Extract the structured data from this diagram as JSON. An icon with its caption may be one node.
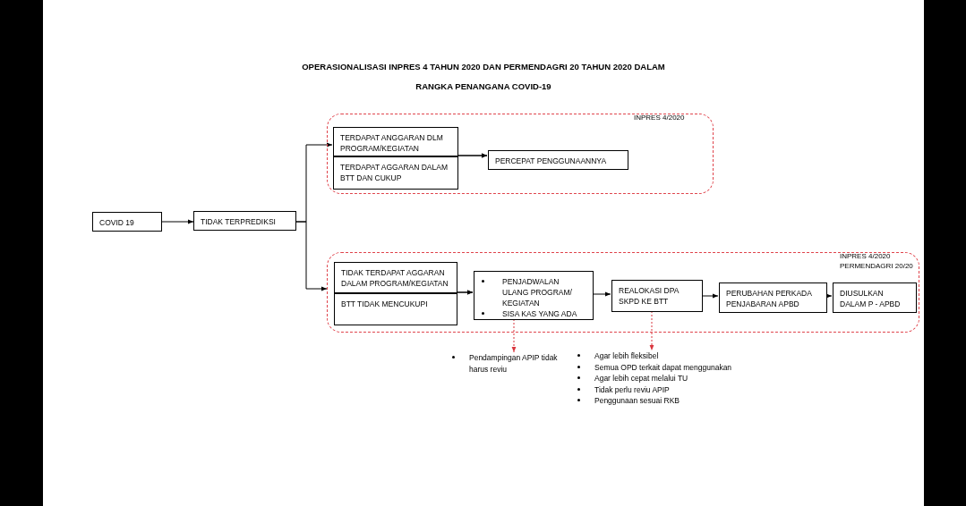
{
  "diagram": {
    "title": "OPERASIONALISASI INPRES 4 TAHUN 2020 DAN PERMENDAGRI 20 TAHUN 2020 DALAM RANGKA PENANGANA COVID-19",
    "nodes": [
      {
        "text": [
          "COVID 19"
        ]
      },
      {
        "text": [
          "TIDAK TERPREDIKSI"
        ]
      },
      {
        "text": [
          "INPRES 4/2020"
        ]
      },
      {
        "text": [
          "TERDAPAT ANGGARAN DLM PROGRAM/KEGIATAN"
        ],
        "in": 2
      },
      {
        "text": [
          "TERDAPAT AGGARAN DALAM BTT DAN CUKUP"
        ],
        "in": 2
      },
      {
        "text": [
          "PERCEPAT PENGGUNAANNYA"
        ],
        "in": 2
      },
      {
        "text": [
          "INPRES 4/2020 PERMENDAGRI 20/20"
        ]
      },
      {
        "text": [
          "TIDAK TERDAPAT AGGARAN DALAM PROGRAM/KEGIATAN"
        ],
        "in": 6
      },
      {
        "text": [
          "BTT TIDAK MENCUKUPI"
        ],
        "in": 6
      },
      {
        "text": [
          "PENJADWALAN ULANG PROGRAM/ KEGIATAN",
          "SISA KAS YANG ADA"
        ],
        "in": 6
      },
      {
        "text": [
          "REALOKASI DPA SKPD KE BTT"
        ],
        "in": 6
      },
      {
        "text": [
          "PERUBAHAN  PERKADA PENJABARAN APBD"
        ],
        "in": 6
      },
      {
        "text": [
          "DIUSULKAN DALAM P - APBD"
        ],
        "in": 6
      },
      {
        "text": [
          "Pendampingan APIP tidak harus reviu"
        ]
      },
      {
        "text": [
          "Agar lebih fleksibel",
          "Semua OPD terkait dapat menggunakan",
          "Agar lebih cepat melalui TU",
          "Tidak perlu reviu APIP",
          "Penggunaan sesuai RKB"
        ]
      }
    ],
    "edges": [
      {
        "from": 0,
        "to": 1,
        "arrow": "to"
      },
      {
        "from": 1,
        "to": 3,
        "arrow": "to"
      },
      {
        "from": 1,
        "to": 6,
        "arrow": "to"
      },
      {
        "from": 3,
        "to": 5,
        "arrow": "to"
      },
      {
        "from": 4,
        "to": 5,
        "arrow": "to"
      },
      {
        "from": 7,
        "to": 9,
        "arrow": "to"
      },
      {
        "from": 8,
        "to": 9,
        "arrow": "to"
      },
      {
        "from": 9,
        "to": 10,
        "arrow": "to"
      },
      {
        "from": 10,
        "to": 11,
        "arrow": "to"
      },
      {
        "from": 11,
        "to": 12,
        "arrow": "to"
      },
      {
        "from": 9,
        "to": 13,
        "arrow": "to",
        "style": "dashed",
        "color": "#d9363e"
      },
      {
        "from": 10,
        "to": 14,
        "arrow": "to",
        "style": "dashed",
        "color": "#d9363e"
      }
    ]
  }
}
